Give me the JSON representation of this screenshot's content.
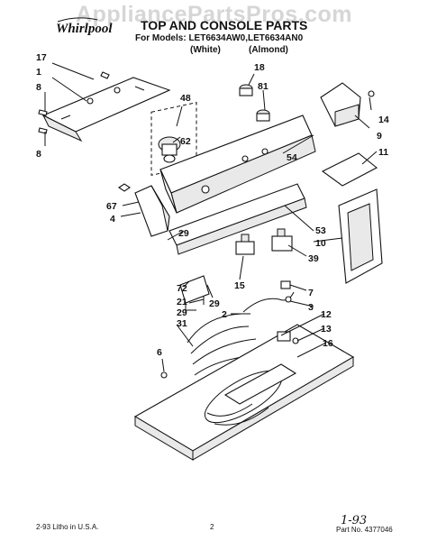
{
  "watermark": "AppliancePartsPros.com",
  "brand": "Whirlpool",
  "title": "TOP AND CONSOLE PARTS",
  "models_line": "For Models: LET6634AW0,LET6634AN0",
  "color_white": "(White)",
  "color_almond": "(Almond)",
  "footer_left": "2-93  Litho in U.S.A.",
  "footer_page": "2",
  "footer_part": "Part No. 4377046",
  "handwritten_note": "1-93",
  "callouts": [
    "17",
    "1",
    "8",
    "8",
    "48",
    "62",
    "18",
    "81",
    "54",
    "14",
    "9",
    "11",
    "67",
    "4",
    "53",
    "10",
    "39",
    "29",
    "72",
    "21",
    "29",
    "31",
    "15",
    "7",
    "3",
    "29",
    "2",
    "12",
    "13",
    "16",
    "6"
  ]
}
